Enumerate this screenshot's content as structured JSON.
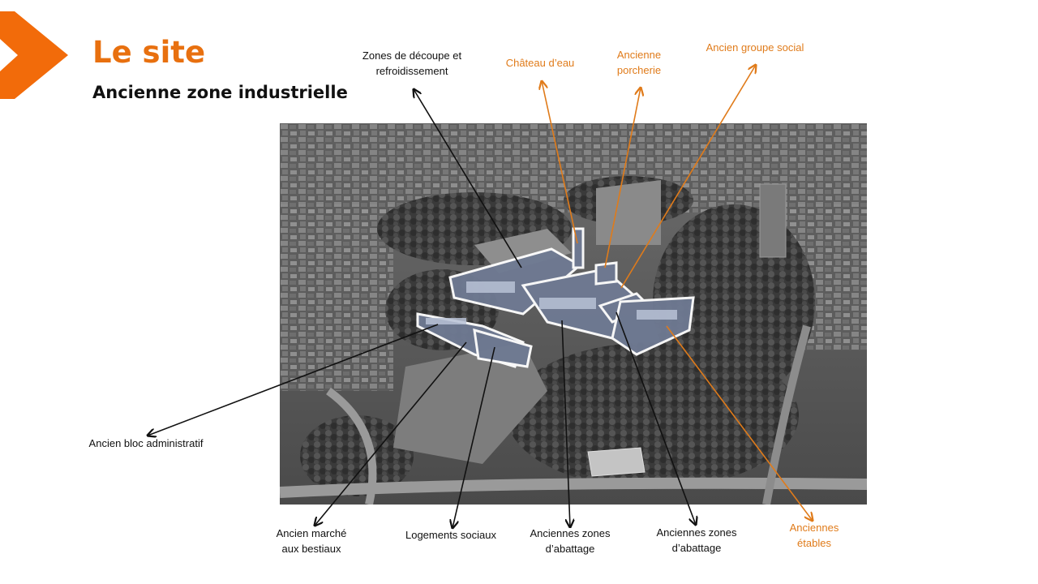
{
  "slide": {
    "title": "Le site",
    "subtitle": "Ancienne zone industrielle"
  },
  "colors": {
    "accent": "#E8700F",
    "label_orange": "#E07B1A",
    "label_dark": "#111111"
  },
  "photo": {
    "description_icon": "aerial-photo-grayscale"
  },
  "labels": {
    "zones_decoupe": "Zones de découpe et\nrefroidissement",
    "chateau_eau": "Château d’eau",
    "ancienne_porcherie": "Ancienne\nporcherie",
    "groupe_social": "Ancien groupe social",
    "bloc_admin": "Ancien bloc administratif",
    "marche_bestiaux": "Ancien marché\naux bestiaux",
    "logements": "Logements sociaux",
    "abattage_1": "Anciennes zones\nd’abattage",
    "abattage_2": "Anciennes zones\nd’abattage",
    "etables": "Anciennes\nétables"
  }
}
